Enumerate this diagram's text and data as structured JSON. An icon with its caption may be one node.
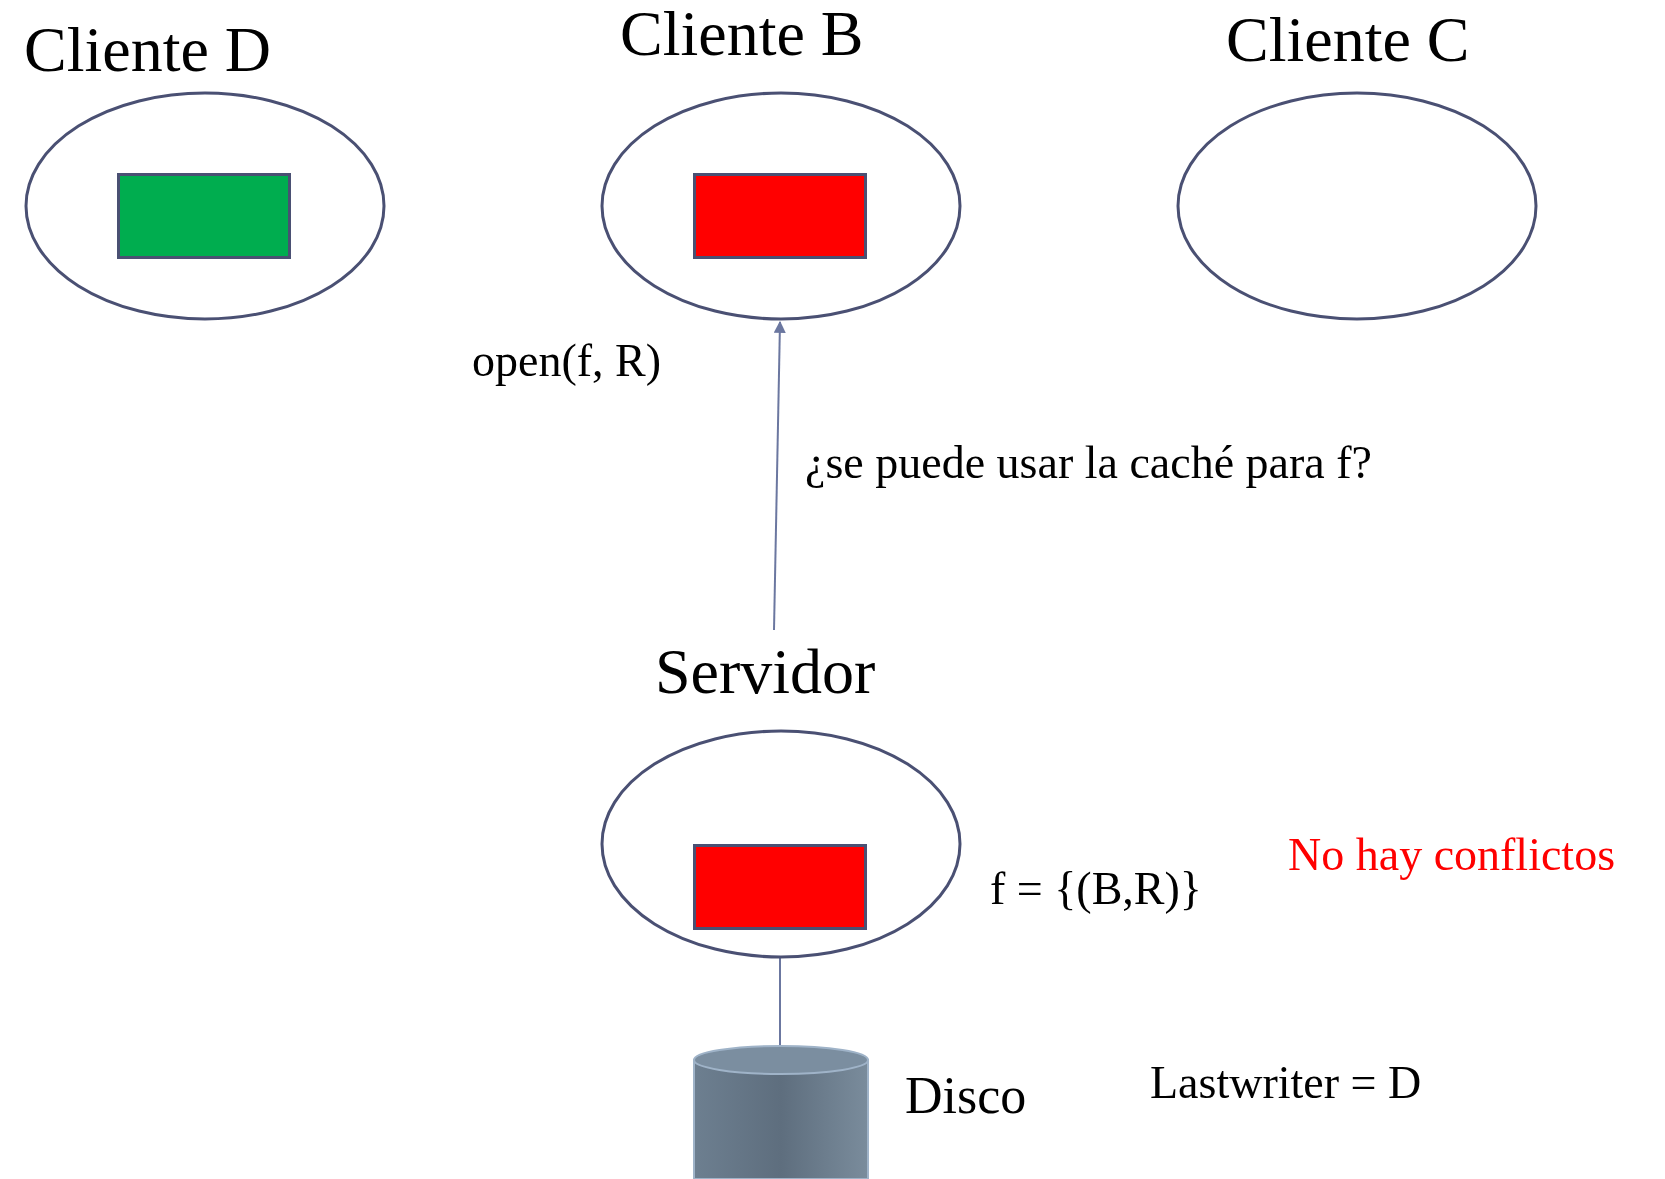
{
  "diagram": {
    "nodes": [
      {
        "text": [
          "Cliente D"
        ]
      },
      {
        "text": [],
        "shape": "box",
        "in": 0
      },
      {
        "text": [
          "Cliente B"
        ],
        "beside": [
          "open(f, R)"
        ]
      },
      {
        "text": [],
        "shape": "box",
        "in": 2
      },
      {
        "text": [
          "Cliente C"
        ]
      },
      {
        "text": [
          "Servidor"
        ],
        "beside": [
          "f = {(B,R)}"
        ]
      },
      {
        "text": [],
        "shape": "box",
        "in": 5
      },
      {
        "text": [
          "Disco"
        ]
      }
    ],
    "edges": [
      {
        "from": 5,
        "to": 2,
        "arrow": "to",
        "label": "¿se puede usar la caché para f?"
      },
      {
        "from": 5,
        "to": 7,
        "arrow": "none"
      }
    ],
    "labels": [
      "No hay conflictos",
      "Lastwriter = D"
    ]
  }
}
